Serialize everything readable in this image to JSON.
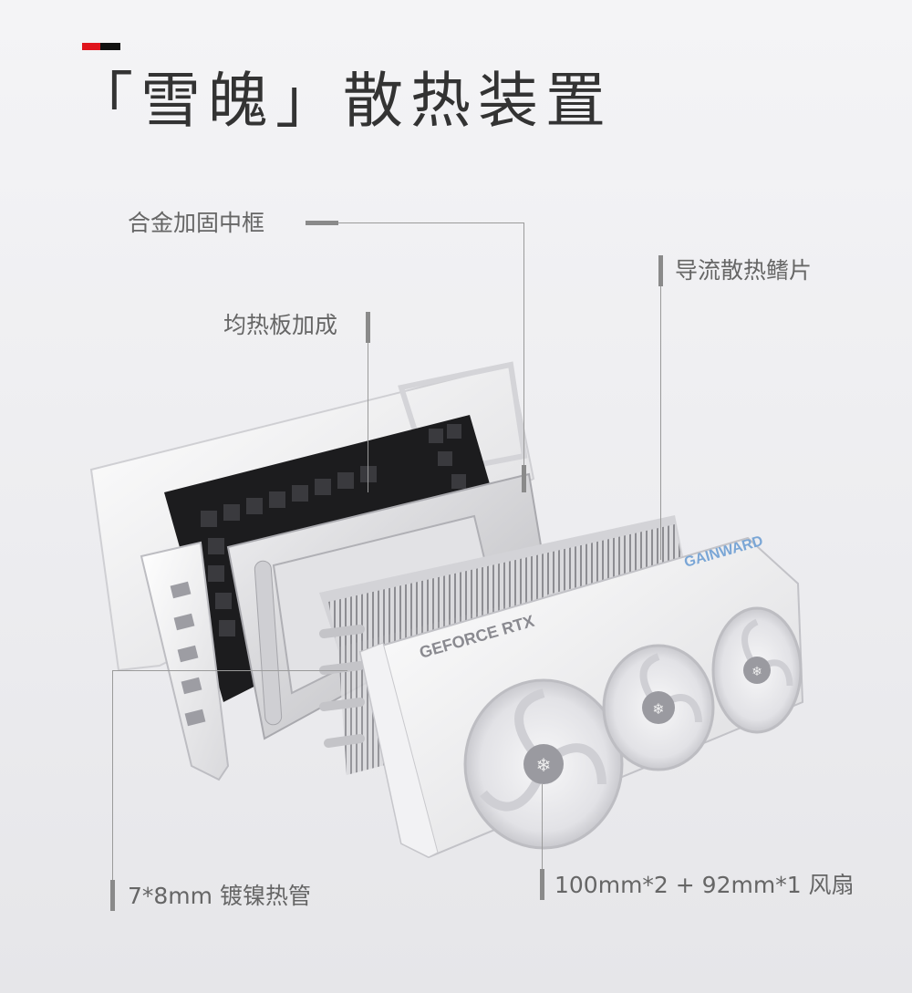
{
  "heading": {
    "title": "「雪魄」散热装置"
  },
  "colors": {
    "accent_red": "#e0141c",
    "accent_black": "#111111",
    "text": "#666666"
  },
  "callouts": {
    "frame": "合金加固中框",
    "fins": "导流散热鳍片",
    "vapor": "均热板加成",
    "heatpipe": "7*8mm 镀镍热管",
    "fans": "100mm*2 + 92mm*1 风扇"
  },
  "card": {
    "shroud_text": "GEFORCE RTX",
    "brand_text": "GAINWARD"
  }
}
